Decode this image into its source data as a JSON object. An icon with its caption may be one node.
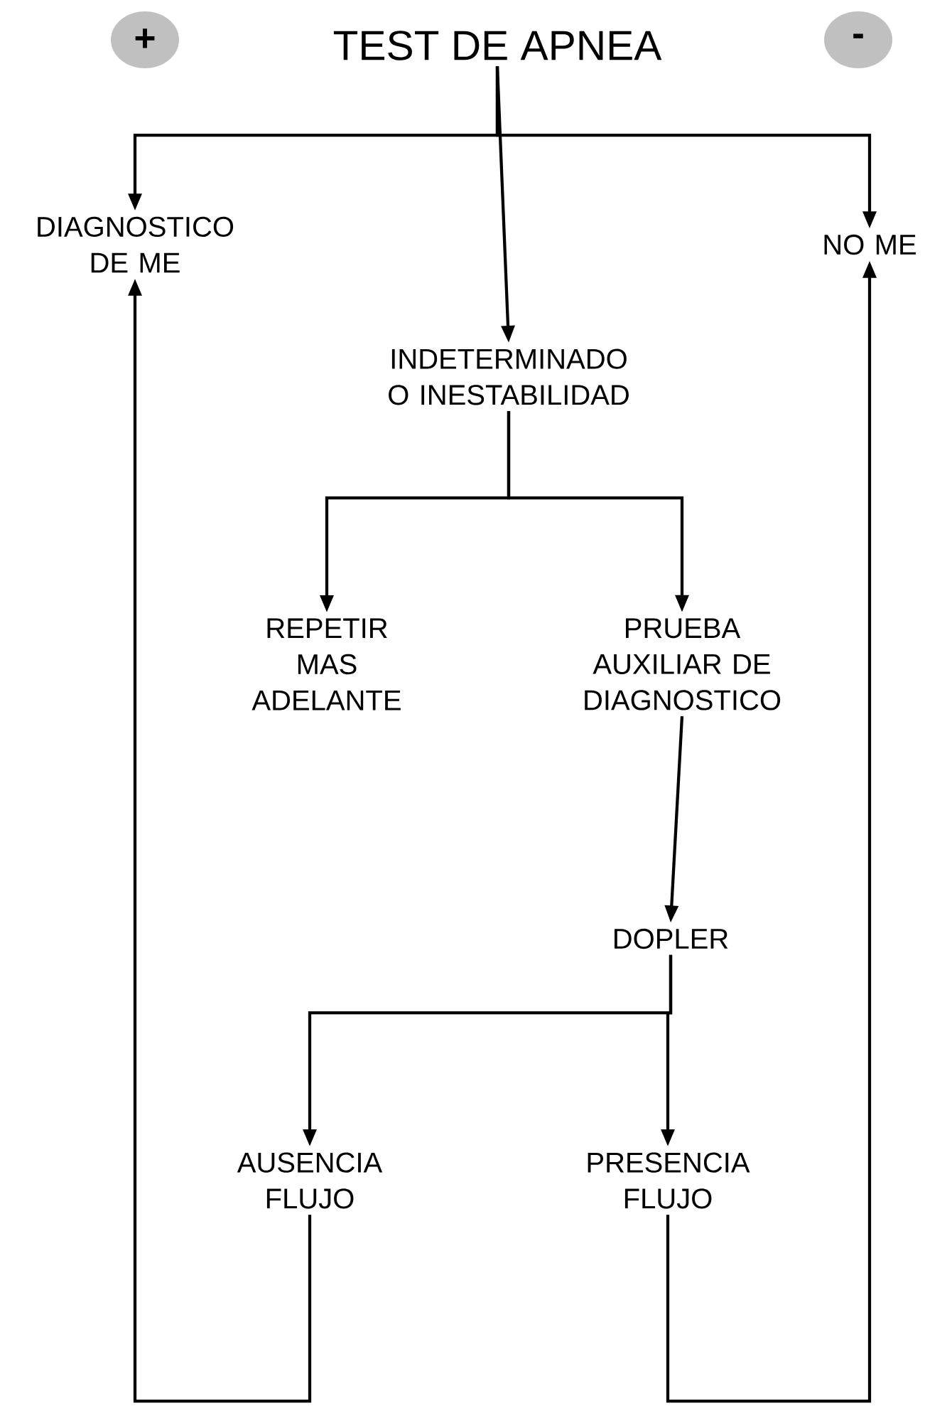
{
  "diagram": {
    "nodes": [
      {
        "text": [
          "+"
        ]
      },
      {
        "text": [
          "TEST DE APNEA"
        ]
      },
      {
        "text": [
          "-"
        ]
      },
      {
        "text": [
          "DIAGNOSTICO DE ME"
        ]
      },
      {
        "text": [
          "NO ME"
        ]
      },
      {
        "text": [
          "INDETERMINADO O INESTABILIDAD"
        ]
      },
      {
        "text": [
          "REPETIR MAS ADELANTE"
        ]
      },
      {
        "text": [
          "PRUEBA AUXILIAR DE DIAGNOSTICO"
        ]
      },
      {
        "text": [
          "DOPLER"
        ]
      },
      {
        "text": [
          "AUSENCIA FLUJO"
        ]
      },
      {
        "text": [
          "PRESENCIA FLUJO"
        ]
      }
    ],
    "edges": [
      {
        "from": 1,
        "to": 3,
        "arrow": "to"
      },
      {
        "from": 1,
        "to": 5,
        "arrow": "to"
      },
      {
        "from": 1,
        "to": 4,
        "arrow": "to"
      },
      {
        "from": 5,
        "to": 6,
        "arrow": "to"
      },
      {
        "from": 5,
        "to": 7,
        "arrow": "to"
      },
      {
        "from": 7,
        "to": 8,
        "arrow": "to"
      },
      {
        "from": 8,
        "to": 9,
        "arrow": "to"
      },
      {
        "from": 8,
        "to": 10,
        "arrow": "to"
      },
      {
        "from": 9,
        "to": 3,
        "arrow": "to"
      },
      {
        "from": 10,
        "to": 4,
        "arrow": "to"
      }
    ]
  }
}
